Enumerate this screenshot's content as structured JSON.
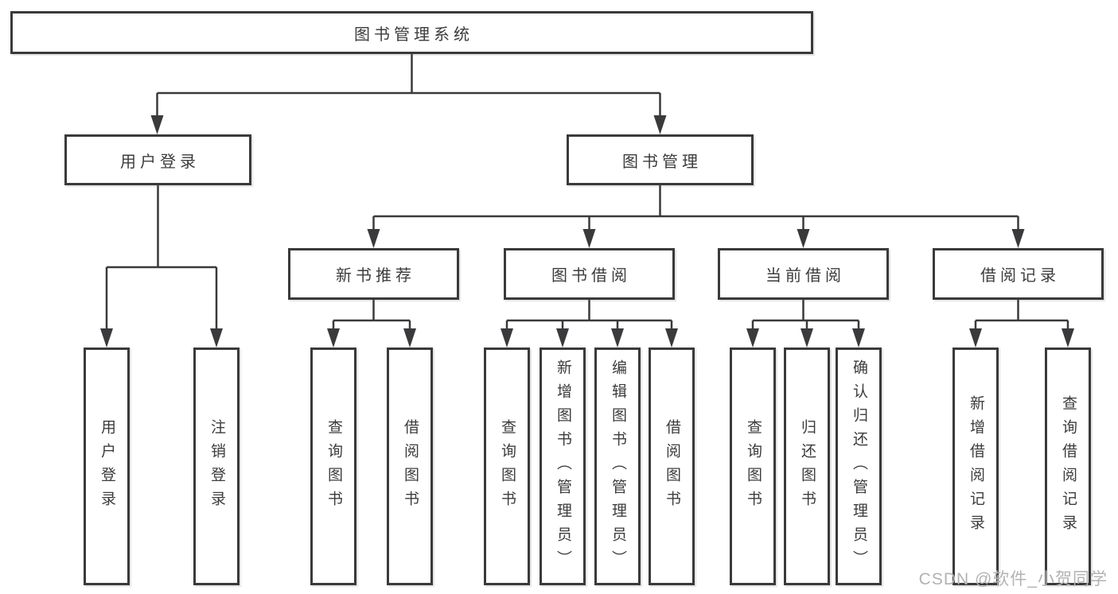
{
  "diagram": {
    "title": "图书管理系统",
    "type": "hierarchy-tree",
    "tree": {
      "root": {
        "label": "图书管理系统"
      },
      "branches": [
        {
          "label": "用户登录",
          "children": [
            {
              "label": "用户登录"
            },
            {
              "label": "注销登录"
            }
          ]
        },
        {
          "label": "图书管理",
          "groups": [
            {
              "label": "新书推荐",
              "children": [
                {
                  "label": "查询图书"
                },
                {
                  "label": "借阅图书"
                }
              ]
            },
            {
              "label": "图书借阅",
              "children": [
                {
                  "label": "查询图书"
                },
                {
                  "label": "新增图书（管理员）"
                },
                {
                  "label": "编辑图书（管理员）"
                },
                {
                  "label": "借阅图书"
                }
              ]
            },
            {
              "label": "当前借阅",
              "children": [
                {
                  "label": "查询图书"
                },
                {
                  "label": "归还图书"
                },
                {
                  "label": "确认归还（管理员）"
                }
              ]
            },
            {
              "label": "借阅记录",
              "children": [
                {
                  "label": "新增借阅记录"
                },
                {
                  "label": "查询借阅记录"
                }
              ]
            }
          ]
        }
      ]
    },
    "colors": {
      "background": "#ffffff",
      "line": "#3a3a3c",
      "box_border": "#3a3a3c",
      "text": "#3c3c3e",
      "watermark": "#b2b2b2"
    }
  },
  "watermark": {
    "text": "CSDN @软件_小贺同学"
  }
}
